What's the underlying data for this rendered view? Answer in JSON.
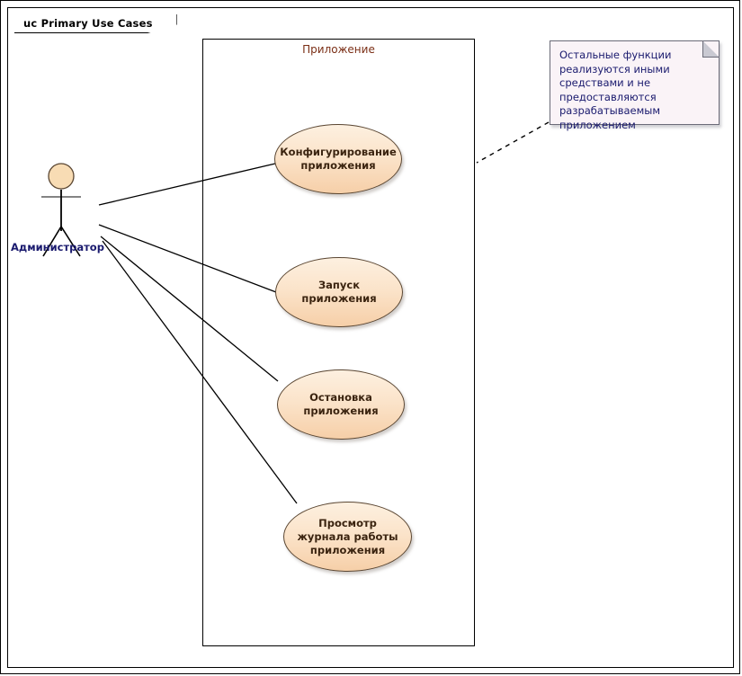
{
  "frame": {
    "tab_label": "uc Primary Use Cases"
  },
  "boundary": {
    "label": "Приложение"
  },
  "actor": {
    "name": "Администратор",
    "icon": "stick-figure-actor-icon",
    "head_color": "#f8dcb4"
  },
  "use_cases": [
    {
      "id": "configure",
      "label": "Конфигурирование приложения",
      "fill": "#fbe3c9"
    },
    {
      "id": "start",
      "label": "Запуск приложения",
      "fill": "#fbe3c9"
    },
    {
      "id": "stop",
      "label": "Остановка приложения",
      "fill": "#fbe3c9"
    },
    {
      "id": "view-log",
      "label": "Просмотр журнала работы приложения",
      "fill": "#fbe3c9"
    }
  ],
  "note": {
    "text": "Остальные функции реализуются иными средствами и не предоставляются разрабатываемым приложением",
    "fill": "#faf3f7",
    "text_color": "#1a1a6e"
  },
  "colors": {
    "line": "#000000",
    "boundary_label": "#7b2f16",
    "usecase_text": "#3b2410",
    "actor_label": "#1a1a6e"
  }
}
